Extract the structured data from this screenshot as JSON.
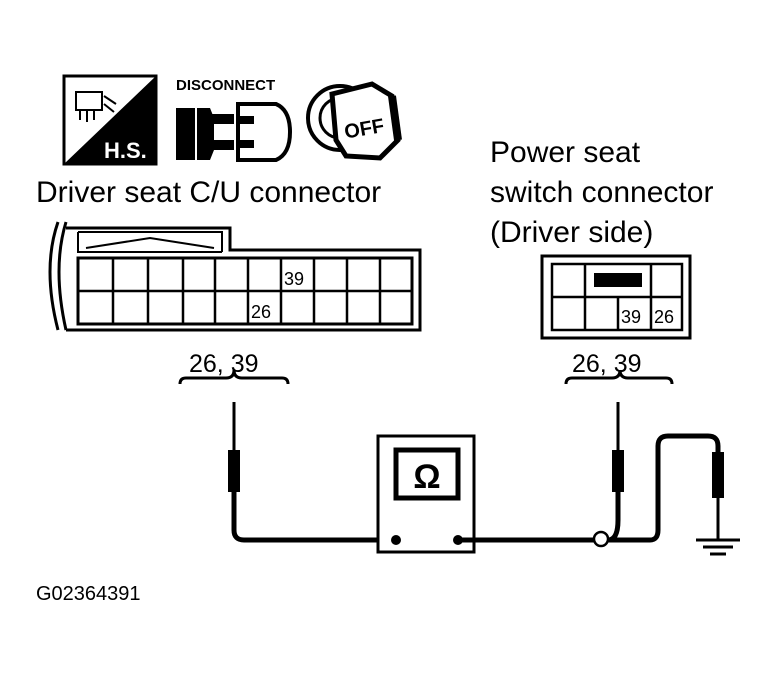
{
  "icons": {
    "hs_label": "H.S.",
    "disconnect_label": "DISCONNECT",
    "off_label": "OFF"
  },
  "driver_connector": {
    "title": "Driver seat C/U connector",
    "cavity_top": "39",
    "cavity_bottom": "26",
    "pins_label": "26, 39"
  },
  "switch_connector": {
    "title_line1": "Power seat",
    "title_line2": "switch connector",
    "title_line3": "(Driver side)",
    "cavity_a": "39",
    "cavity_b": "26",
    "pins_label": "26, 39"
  },
  "meter": {
    "symbol": "Ω"
  },
  "figure_id": "G02364391"
}
